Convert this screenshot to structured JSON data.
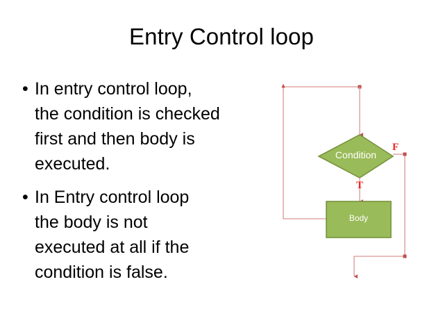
{
  "slide": {
    "title": "Entry Control loop",
    "background_color": "#ffffff",
    "bullets": [
      {
        "marker": "•",
        "text": "In entry control loop,\nthe condition is checked\nfirst and then body is\nexecuted."
      },
      {
        "marker": "•",
        "text": "In Entry control loop\nthe body is not\nexecuted at all if the\ncondition is false."
      }
    ]
  },
  "flowchart": {
    "shape_fill_color": "#9ABB59",
    "shape_border_color": "#76923C",
    "shape_text_color": "#ffffff",
    "connector_color": "#D99694",
    "branch_label_color": "#EF2222",
    "condition": {
      "label": "Condition",
      "shape": "diamond"
    },
    "body": {
      "label": "Body",
      "shape": "rectangle"
    },
    "branches": {
      "true_label": "T",
      "false_label": "F"
    }
  }
}
